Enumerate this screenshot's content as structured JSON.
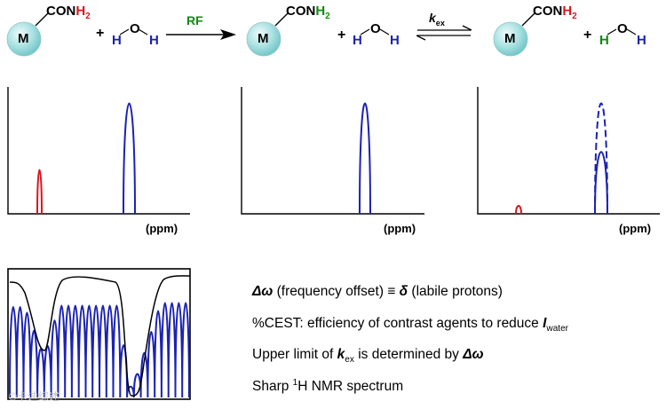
{
  "scheme": {
    "molecule_symbol": "M",
    "group_prefix": "CON",
    "group_h": "H",
    "group_h_sub": "2",
    "plus": "+",
    "water_h_left": "H",
    "water_o": "O",
    "water_h_right": "H",
    "step1_label": "RF",
    "step2_k": "k",
    "step2_sub": "ex"
  },
  "axis_unit": "(ppm)",
  "facts": {
    "f1": {
      "sym1": "Δω",
      "text1": " (frequency offset) ≡ ",
      "sym2": "δ",
      "text2": " (labile protons)"
    },
    "f2": {
      "text": "%CEST: efficiency of contrast agents to reduce ",
      "sym": "I",
      "sub": "water"
    },
    "f3": {
      "text1": "Upper limit of ",
      "sym1": "k",
      "sub1": "ex",
      "text2": " is determined by ",
      "sym2": "Δω"
    },
    "f4": {
      "text1": "Sharp ",
      "sup": "1",
      "text2": "H NMR spectrum"
    }
  },
  "watermark": "©卡迪综述",
  "colors": {
    "red": "#d7161f",
    "blue": "#1b22b4",
    "green": "#118a11",
    "sphere": "#9fdcdc"
  }
}
